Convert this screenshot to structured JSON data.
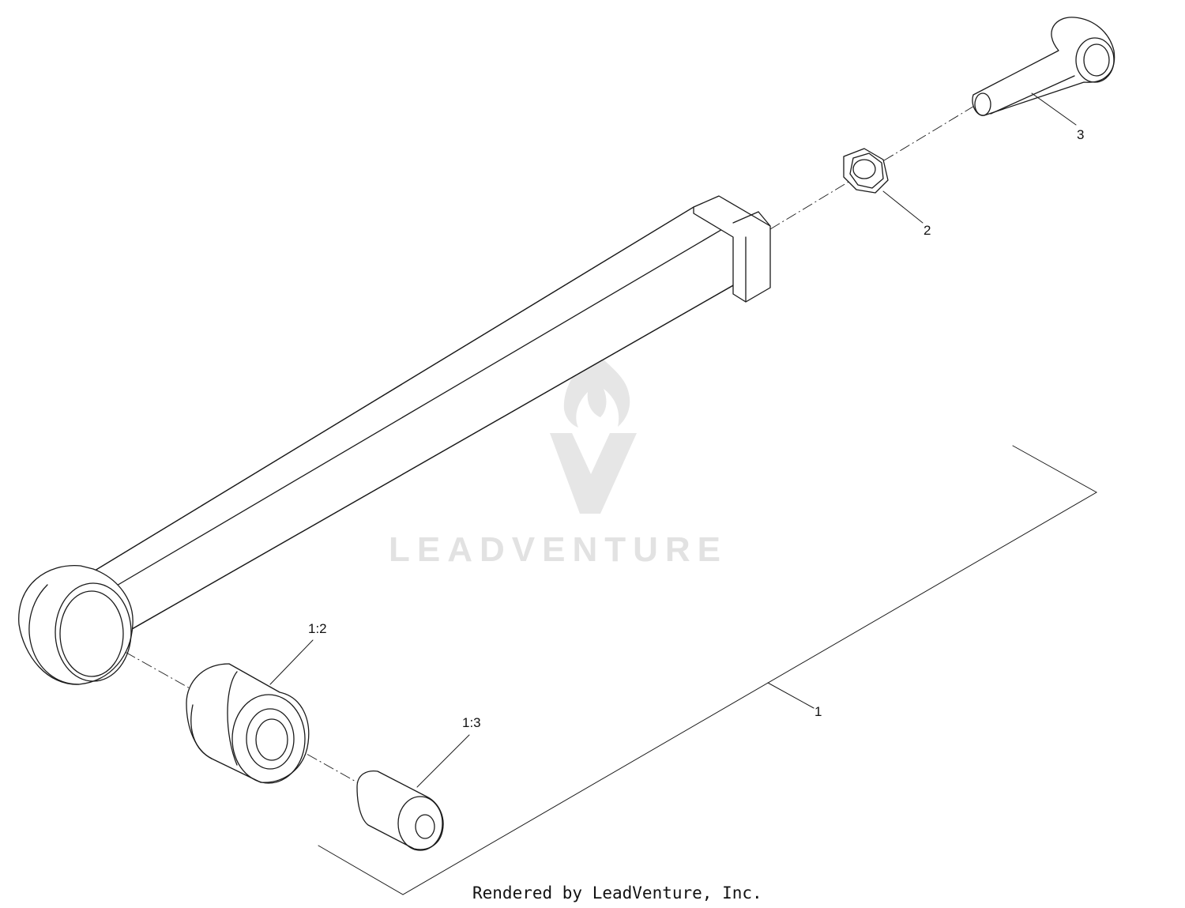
{
  "diagram": {
    "callouts": {
      "c1": "1",
      "c2": "2",
      "c3": "3",
      "c1_2": "1:2",
      "c1_3": "1:3"
    },
    "watermark": "LEADVENTURE",
    "footer": "Rendered by LeadVenture, Inc."
  }
}
